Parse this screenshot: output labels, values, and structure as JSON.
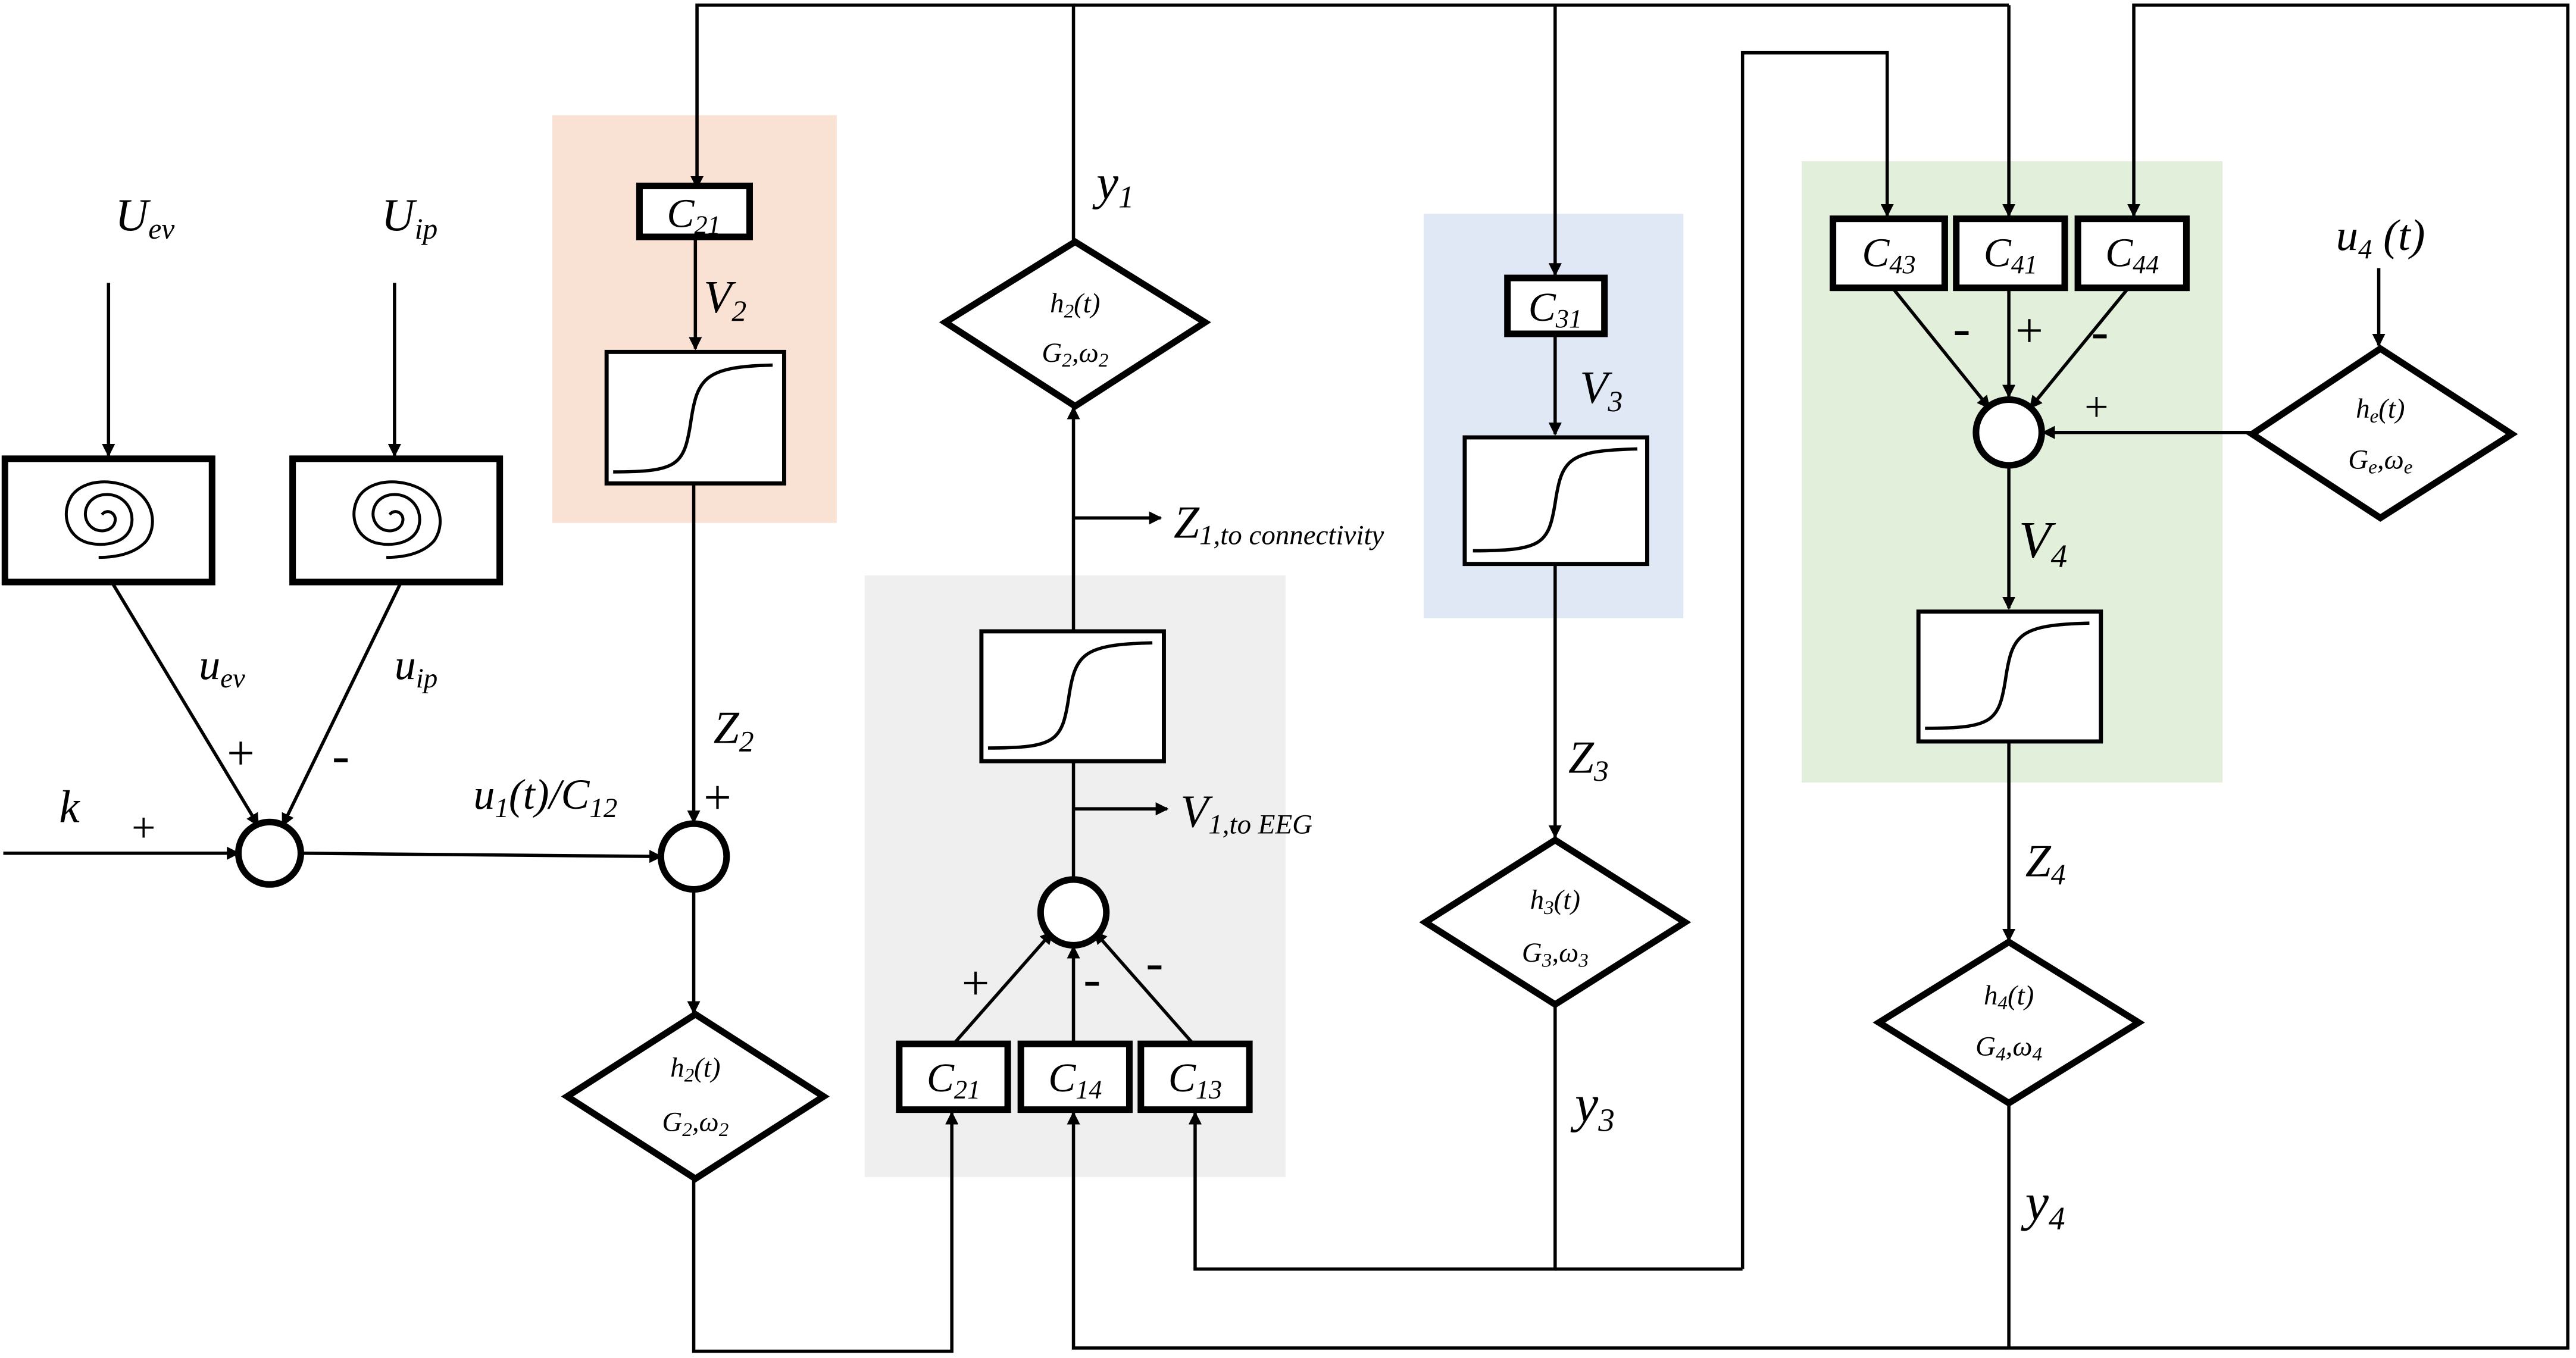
{
  "colors": {
    "orange_block": "#f9e1d3",
    "gray_block": "#efefef",
    "blue_block": "#dfe8f4",
    "green_block": "#e2efdb",
    "line": "#000000"
  },
  "inputs": {
    "u_ev_top": "U",
    "u_ev_top_sub": "ev",
    "u_ip_top": "U",
    "u_ip_top_sub": "ip",
    "u_ev": "u",
    "u_ev_sub": "ev",
    "u_ip": "u",
    "u_ip_sub": "ip",
    "k": "k",
    "u1_a": "u",
    "u1_a_sub": "1",
    "u1_b": "(t)/C",
    "u1_b_sub": "12",
    "u4": "u",
    "u4_sub": "4",
    "u4_tail": " (t)"
  },
  "signs": {
    "k_plus": "+",
    "uev_plus": "+",
    "uip_minus": "-",
    "z2_plus": "+",
    "c21_plus": "+",
    "c14_minus": "-",
    "c13_minus": "-",
    "c43_minus": "-",
    "c41_plus": "+",
    "c44_minus": "-",
    "he_plus": "+"
  },
  "boxes": {
    "c21_top": {
      "main": "C",
      "sub": "21"
    },
    "c21_bottom": {
      "main": "C",
      "sub": "21"
    },
    "c14": {
      "main": "C",
      "sub": "14"
    },
    "c13": {
      "main": "C",
      "sub": "13"
    },
    "c31": {
      "main": "C",
      "sub": "31"
    },
    "c43": {
      "main": "C",
      "sub": "43"
    },
    "c41": {
      "main": "C",
      "sub": "41"
    },
    "c44": {
      "main": "C",
      "sub": "44"
    }
  },
  "signals": {
    "v2": {
      "main": "V",
      "sub": "2"
    },
    "v3": {
      "main": "V",
      "sub": "3"
    },
    "v4": {
      "main": "V",
      "sub": "4"
    },
    "z2": {
      "main": "Z",
      "sub": "2"
    },
    "z3": {
      "main": "Z",
      "sub": "3"
    },
    "z4": {
      "main": "Z",
      "sub": "4"
    },
    "y1": {
      "main": "y",
      "sub": "1"
    },
    "y3": {
      "main": "y",
      "sub": "3"
    },
    "y4": {
      "main": "y",
      "sub": "4"
    },
    "z1_conn": {
      "main": "Z",
      "sub": "1,to connectivity"
    },
    "v1_eeg": {
      "main": "V",
      "sub": "1,to EEG"
    }
  },
  "diamonds": {
    "h2_top": {
      "l1": "h",
      "l1_sub": "2",
      "l1_tail": "(t)",
      "l2": "G",
      "l2_sub": "2",
      "l2_mid": ",ω",
      "l2_sub2": "2"
    },
    "h2_bottom": {
      "l1": "h",
      "l1_sub": "2",
      "l1_tail": "(t)",
      "l2": "G",
      "l2_sub": "2",
      "l2_mid": ",ω",
      "l2_sub2": "2"
    },
    "h3": {
      "l1": "h",
      "l1_sub": "3",
      "l1_tail": "(t)",
      "l2": "G",
      "l2_sub": "3",
      "l2_mid": ",ω",
      "l2_sub2": "3"
    },
    "h4": {
      "l1": "h",
      "l1_sub": "4",
      "l1_tail": "(t)",
      "l2": "G",
      "l2_sub": "4",
      "l2_mid": ",ω",
      "l2_sub2": "4"
    },
    "he": {
      "l1": "h",
      "l1_sub": "e",
      "l1_tail": "(t)",
      "l2": "G",
      "l2_sub": "e",
      "l2_mid": ",ω",
      "l2_sub2": "e"
    }
  }
}
